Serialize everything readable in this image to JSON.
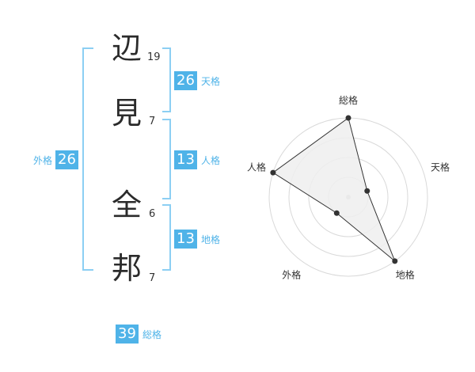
{
  "name": {
    "chars": [
      {
        "char": "辺",
        "strokes": "19"
      },
      {
        "char": "見",
        "strokes": "7"
      },
      {
        "char": "全",
        "strokes": "6"
      },
      {
        "char": "邦",
        "strokes": "7"
      }
    ]
  },
  "fortunes": {
    "tenkaku": {
      "value": "26",
      "label": "天格"
    },
    "jinkaku": {
      "value": "13",
      "label": "人格"
    },
    "chikaku": {
      "value": "13",
      "label": "地格"
    },
    "gaikaku": {
      "value": "26",
      "label": "外格"
    },
    "soukaku": {
      "value": "39",
      "label": "総格"
    }
  },
  "radar": {
    "axes": [
      "総格",
      "天格",
      "地格",
      "外格",
      "人格"
    ],
    "values": [
      4,
      1,
      4,
      1,
      4
    ],
    "max": 4,
    "colors": {
      "fill": "#efefef",
      "line": "#333333",
      "grid": "#d9d9d9",
      "point": "#333333"
    }
  }
}
